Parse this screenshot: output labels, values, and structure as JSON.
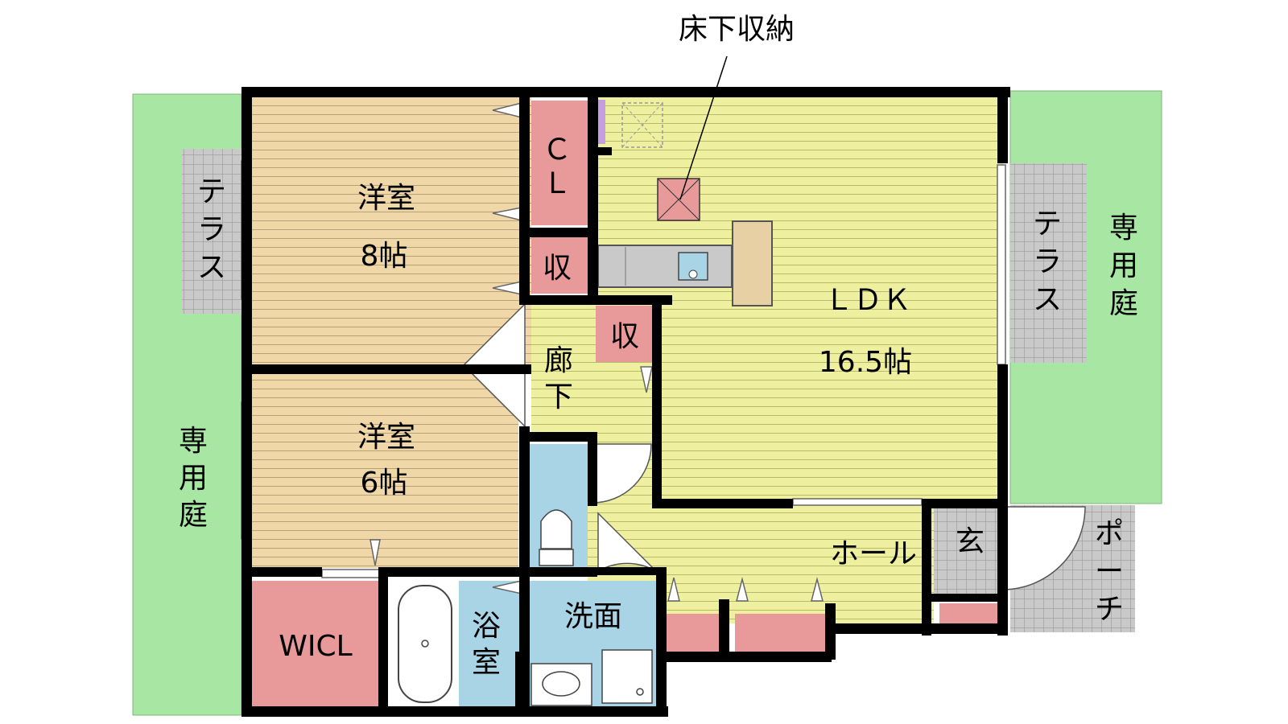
{
  "callout": {
    "underfloor_storage": "床下収納"
  },
  "rooms": {
    "western_8": {
      "name": "洋室",
      "size": "8帖"
    },
    "western_6": {
      "name": "洋室",
      "size": "6帖"
    },
    "ldk": {
      "name": "ＬＤＫ",
      "size": "16.5帖"
    },
    "closet": {
      "line1": "Ｃ",
      "line2": "Ｌ"
    },
    "storage_1": {
      "name": "収"
    },
    "storage_2": {
      "name": "収"
    },
    "corridor": {
      "line1": "廊",
      "line2": "下"
    },
    "hall": {
      "name": "ホール"
    },
    "entrance": {
      "name": "玄"
    },
    "wicl": {
      "name": "WICL"
    },
    "bath": {
      "line1": "浴",
      "line2": "室"
    },
    "washroom": {
      "name": "洗面"
    }
  },
  "exterior": {
    "terrace_left": {
      "chars": [
        "テ",
        "ラ",
        "ス"
      ]
    },
    "terrace_right": {
      "chars": [
        "テ",
        "ラ",
        "ス"
      ]
    },
    "garden_left": {
      "chars": [
        "専",
        "用",
        "庭"
      ]
    },
    "garden_right": {
      "chars": [
        "専",
        "用",
        "庭"
      ]
    },
    "porch": {
      "chars": [
        "ポ",
        "ー",
        "チ"
      ]
    }
  },
  "colors": {
    "garden": "#a8e6a3",
    "western_floor": "#f0d7a8",
    "ldk_floor": "#eef0a0",
    "storage": "#e89a9a",
    "water": "#a9d4e6",
    "tile": "#c8c8c8",
    "wall": "#000000"
  }
}
